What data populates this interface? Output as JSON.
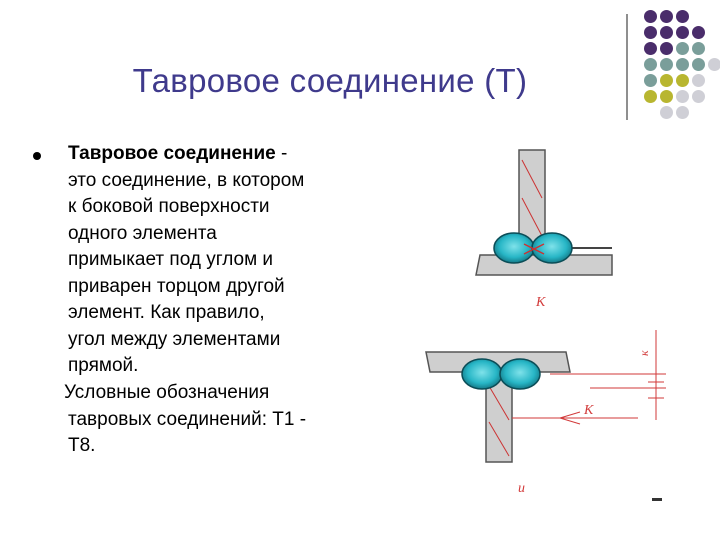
{
  "slide": {
    "title": "Тавровое соединение (Т)",
    "definition": {
      "term": "Тавровое соединение",
      "lines": [
        " -",
        "это соединение, в котором",
        "к боковой поверхности",
        "одного элемента",
        "примыкает под углом и",
        "приварен торцом другой",
        "элемент. Как правило,",
        "угол между элементами",
        "прямой."
      ]
    },
    "note": {
      "lines": [
        "Условные обозначения",
        "тавровых соединений: Т1 -",
        "Т8."
      ]
    }
  },
  "figure": {
    "top_k_label": "К",
    "right_k_label": "К",
    "small_k_label": "к",
    "bottom_label": "u",
    "colors": {
      "plate": "#cfcfcf",
      "weld": "#27b6c6",
      "hatch": "#cc3333",
      "dim": "#d23a3a"
    }
  },
  "decor": {
    "dot_colors": {
      "purple": "#4a2d6b",
      "teal": "#7a9e9a",
      "olive": "#b8b630",
      "gray": "#cfcfd6"
    }
  }
}
